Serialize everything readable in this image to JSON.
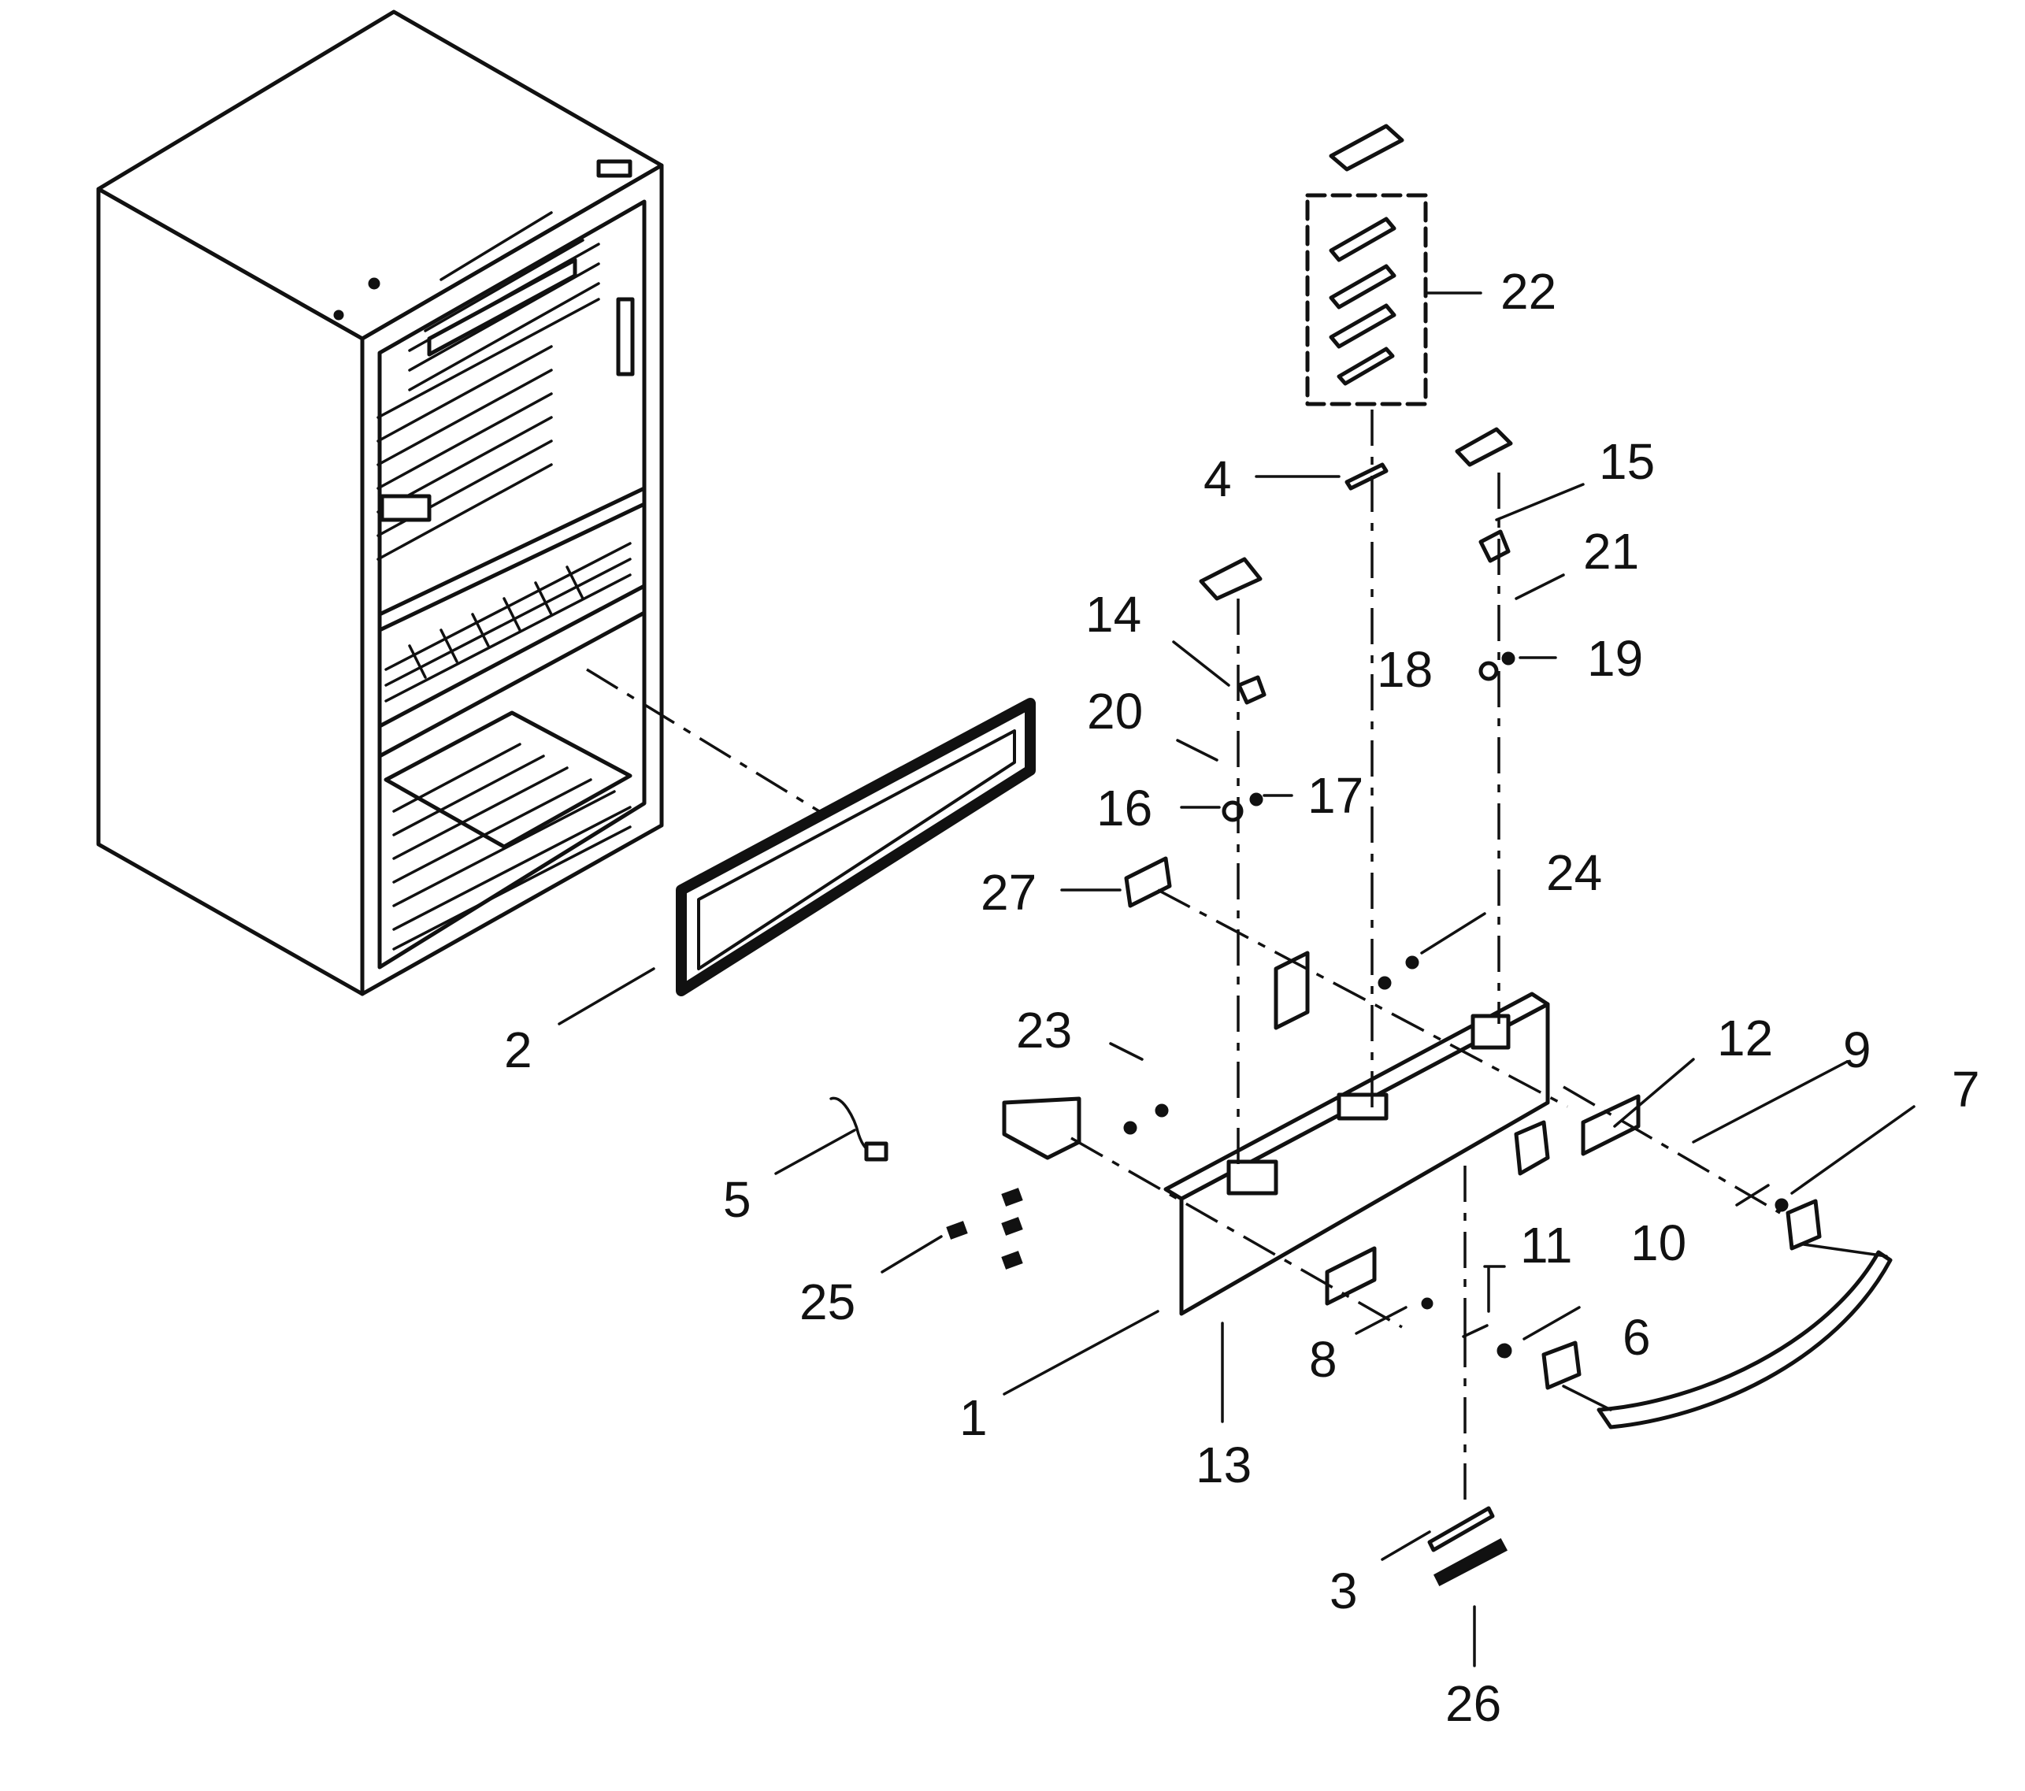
{
  "diagram": {
    "type": "exploded-parts-diagram",
    "callouts": [
      {
        "id": "c1",
        "label": "1"
      },
      {
        "id": "c2",
        "label": "2"
      },
      {
        "id": "c3",
        "label": "3"
      },
      {
        "id": "c4",
        "label": "4"
      },
      {
        "id": "c5",
        "label": "5"
      },
      {
        "id": "c6",
        "label": "6"
      },
      {
        "id": "c7",
        "label": "7"
      },
      {
        "id": "c8",
        "label": "8"
      },
      {
        "id": "c9",
        "label": "9"
      },
      {
        "id": "c10",
        "label": "10"
      },
      {
        "id": "c11",
        "label": "11"
      },
      {
        "id": "c12",
        "label": "12"
      },
      {
        "id": "c13",
        "label": "13"
      },
      {
        "id": "c14",
        "label": "14"
      },
      {
        "id": "c15",
        "label": "15"
      },
      {
        "id": "c16",
        "label": "16"
      },
      {
        "id": "c17",
        "label": "17"
      },
      {
        "id": "c18",
        "label": "18"
      },
      {
        "id": "c19",
        "label": "19"
      },
      {
        "id": "c20",
        "label": "20"
      },
      {
        "id": "c21",
        "label": "21"
      },
      {
        "id": "c22",
        "label": "22"
      },
      {
        "id": "c23",
        "label": "23"
      },
      {
        "id": "c24",
        "label": "24"
      },
      {
        "id": "c25",
        "label": "25"
      },
      {
        "id": "c26",
        "label": "26"
      },
      {
        "id": "c27",
        "label": "27"
      }
    ]
  }
}
